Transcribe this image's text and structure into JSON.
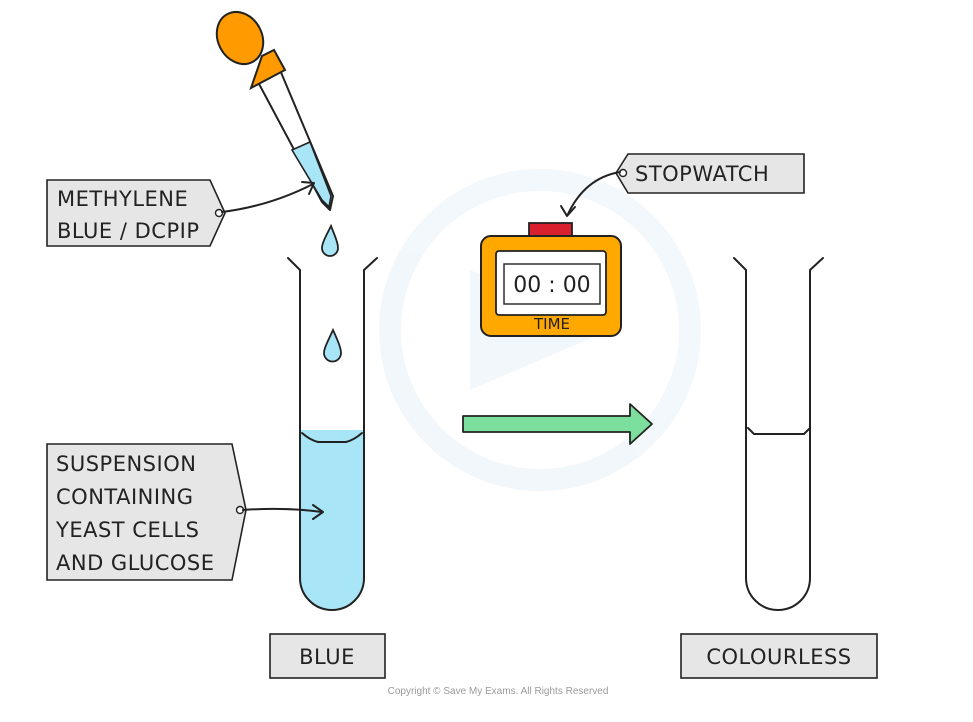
{
  "labels": {
    "dropper": [
      "METHYLENE",
      "BLUE / DCPIP"
    ],
    "suspension": [
      "SUSPENSION",
      "CONTAINING",
      "YEAST CELLS",
      "AND  GLUCOSE"
    ],
    "stopwatch": "STOPWATCH",
    "left_tube": "BLUE",
    "right_tube": "COLOURLESS"
  },
  "stopwatch_display": {
    "time": "00 : 00",
    "caption": "TIME"
  },
  "copyright": "Copyright © Save My Exams. All Rights Reserved",
  "colors": {
    "blue_liquid": "#a8e6f7",
    "dropper_bulb": "#ff9a00",
    "stopwatch_body": "#ffa800",
    "stopwatch_button": "#d9202e",
    "arrow": "#7ddf9e",
    "label_box": "#e6e6e6"
  }
}
